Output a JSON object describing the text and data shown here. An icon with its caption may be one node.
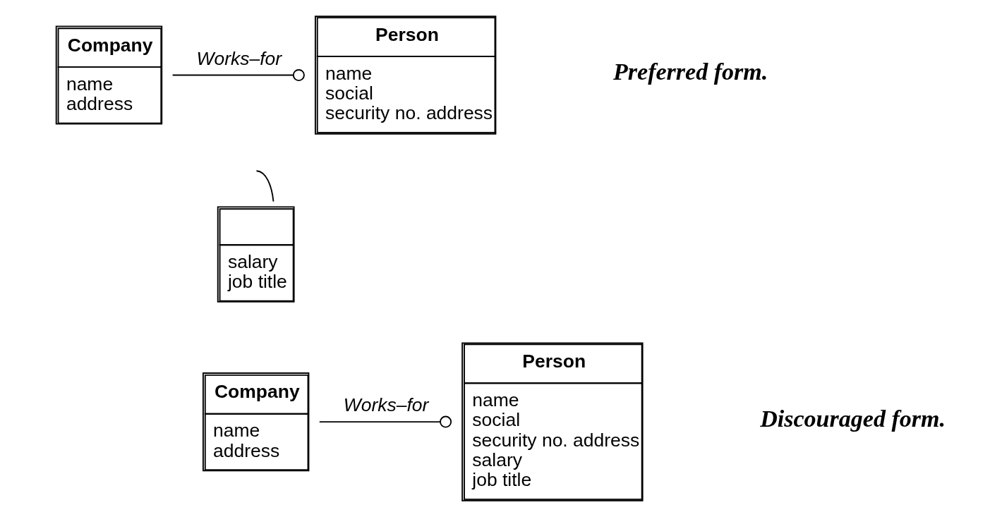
{
  "diagram": {
    "nodes": [
      {
        "text": [
          "Company",
          "name address"
        ]
      },
      {
        "text": [
          "Person",
          "name social security no. address"
        ]
      },
      {
        "text": [
          "salary job title"
        ]
      },
      {
        "text": [
          "Company",
          "name address"
        ]
      },
      {
        "text": [
          "Person",
          "name social security no. address salary job title"
        ]
      }
    ],
    "edges": [
      {
        "from": 0,
        "to": 1,
        "arrow": "other",
        "label": "Works–for"
      },
      {
        "from": 2,
        "to": null,
        "arrow": "none"
      },
      {
        "from": 3,
        "to": 4,
        "arrow": "other",
        "label": "Works–for"
      }
    ],
    "labels": [
      "Preferred form.",
      "Discouraged form."
    ]
  }
}
